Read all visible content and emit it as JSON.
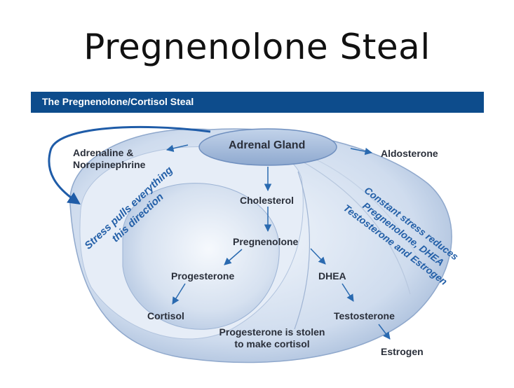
{
  "slide": {
    "title": "Pregnenolone Steal"
  },
  "banner": {
    "title": "The Pregnenolone/Cortisol Steal"
  },
  "nodes": {
    "adrenal_gland": "Adrenal Gland",
    "adrenaline": "Adrenaline &",
    "norepinephrine": "Norepinephrine",
    "aldosterone": "Aldosterone",
    "cholesterol": "Cholesterol",
    "pregnenolone": "Pregnenolone",
    "progesterone": "Progesterone",
    "dhea": "DHEA",
    "cortisol": "Cortisol",
    "testosterone": "Testosterone",
    "estrogen": "Estrogen"
  },
  "annotations": {
    "steal_line1": "Progesterone is stolen",
    "steal_line2": "to make cortisol",
    "stress_line1": "Stress pulls everything",
    "stress_line2": "this direction",
    "constant_line1": "Constant stress reduces",
    "constant_line2": "Pregnenolone, DHEA",
    "constant_line3": "Testosterone and Estrogen"
  },
  "colors": {
    "banner": "#0d4c8c",
    "arrow": "#2a6ab0",
    "annotation_text": "#2460a8",
    "gland_fill": "#a9bfdb"
  }
}
